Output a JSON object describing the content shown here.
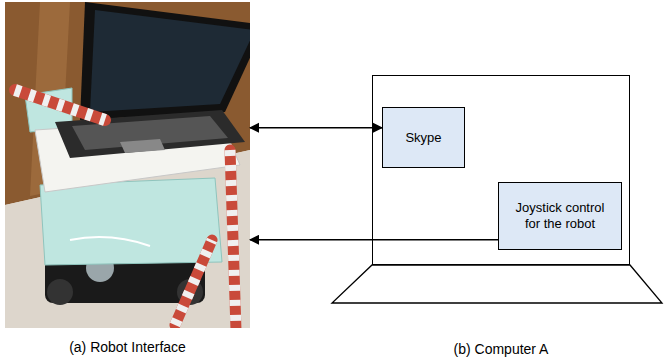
{
  "diagram": {
    "nodes": [
      {
        "text": [
          "(a) Robot Interface"
        ]
      },
      {
        "text": [
          "(b) Computer A"
        ]
      },
      {
        "text": [
          "Skype"
        ],
        "in": 1
      },
      {
        "text": [
          "Joystick control for the robot"
        ],
        "in": 1
      }
    ],
    "edges": [
      {
        "from": 2,
        "to": 0,
        "arrow": "both"
      },
      {
        "from": 3,
        "to": 0,
        "arrow": "to"
      }
    ]
  }
}
